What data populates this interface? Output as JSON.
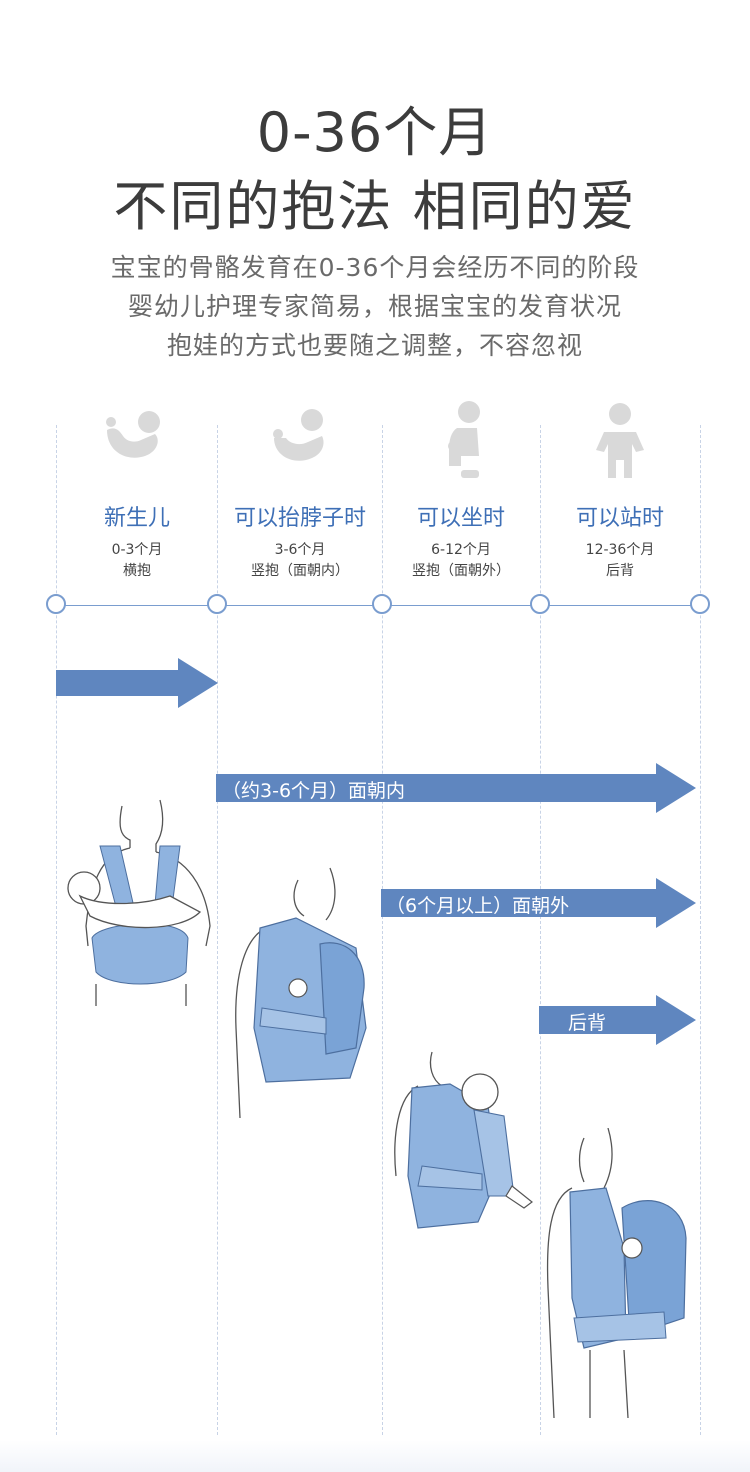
{
  "header": {
    "title_line1": "0-36个月",
    "title_line2": "不同的抱法 相同的爱",
    "subtitle_lines": [
      "宝宝的骨骼发育在0-36个月会经历不同的阶段",
      "婴幼儿护理专家简易，根据宝宝的发育状况",
      "抱娃的方式也要随之调整，不容忽视"
    ]
  },
  "stages": [
    {
      "title": "新生儿",
      "age": "0-3个月",
      "mode": "横抱",
      "icon": "newborn-lying-icon"
    },
    {
      "title": "可以抬脖子时",
      "age": "3-6个月",
      "mode": "竖抱（面朝内）",
      "icon": "baby-head-up-icon"
    },
    {
      "title": "可以坐时",
      "age": "6-12个月",
      "mode": "竖抱（面朝外）",
      "icon": "baby-sitting-icon"
    },
    {
      "title": "可以站时",
      "age": "12-36个月",
      "mode": "后背",
      "icon": "child-standing-icon"
    }
  ],
  "arrows": [
    {
      "label": ""
    },
    {
      "label": "（约3-6个月）面朝内"
    },
    {
      "label": "（6个月以上）面朝外"
    },
    {
      "label": "后背"
    }
  ],
  "colors": {
    "accent_blue": "#3e6fb6",
    "arrow_blue": "#5f86bf",
    "timeline_blue": "#7a9dcf",
    "carrier_blue": "#8fb3df",
    "icon_gray": "#d9d9d9"
  }
}
